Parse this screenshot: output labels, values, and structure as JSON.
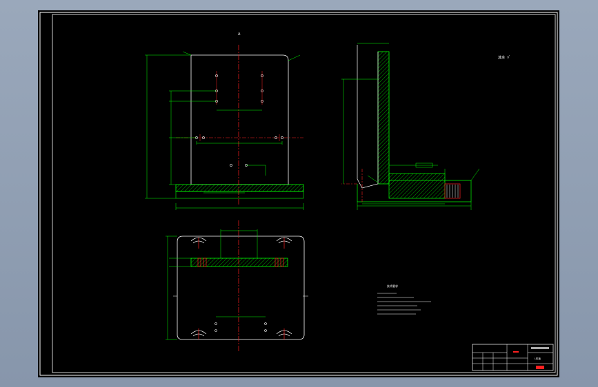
{
  "drawing": {
    "section_mark": "A",
    "roughness_note": "其余",
    "roughness_symbol": "√",
    "tech_requirements": {
      "heading": "技术要求",
      "lines": [
        "1.",
        "2.",
        "3.",
        "4.",
        "5.",
        "6."
      ]
    },
    "title_block": {
      "name": "L形板",
      "code": "GB",
      "stamp": "XXX"
    },
    "colors": {
      "sheet": "#000000",
      "border": "#ffffff",
      "outline": "#00ff00",
      "center": "#ff2020",
      "dimension": "#ffffff",
      "hatch": "#00ff00",
      "ocr": "#ffff00"
    }
  }
}
